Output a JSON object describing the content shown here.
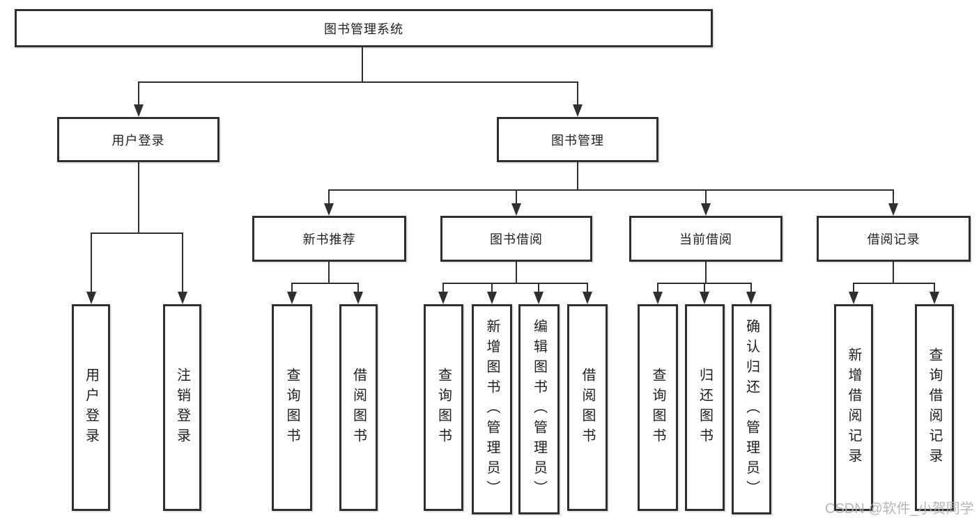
{
  "diagram": {
    "root": {
      "label": "图书管理系统"
    },
    "level2": [
      {
        "label": "用户登录"
      },
      {
        "label": "图书管理"
      }
    ],
    "level3": [
      {
        "label": "新书推荐"
      },
      {
        "label": "图书借阅"
      },
      {
        "label": "当前借阅"
      },
      {
        "label": "借阅记录"
      }
    ],
    "leaves": {
      "user_login": [
        "用户登录",
        "注销登录"
      ],
      "new_book": [
        "查询图书",
        "借阅图书"
      ],
      "borrow": [
        "查询图书",
        "新增图书（管理员）",
        "编辑图书（管理员）",
        "借阅图书"
      ],
      "current": [
        "查询图书",
        "归还图书",
        "确认归还（管理员）"
      ],
      "records": [
        "新增借阅记录",
        "查询借阅记录"
      ]
    }
  },
  "watermark": {
    "text": "CSDN @软件_小贺同学"
  },
  "colors": {
    "line": "#2f2f2f",
    "text": "#1f1f1f",
    "background": "#ffffff",
    "watermark": "#b0b0b0"
  }
}
